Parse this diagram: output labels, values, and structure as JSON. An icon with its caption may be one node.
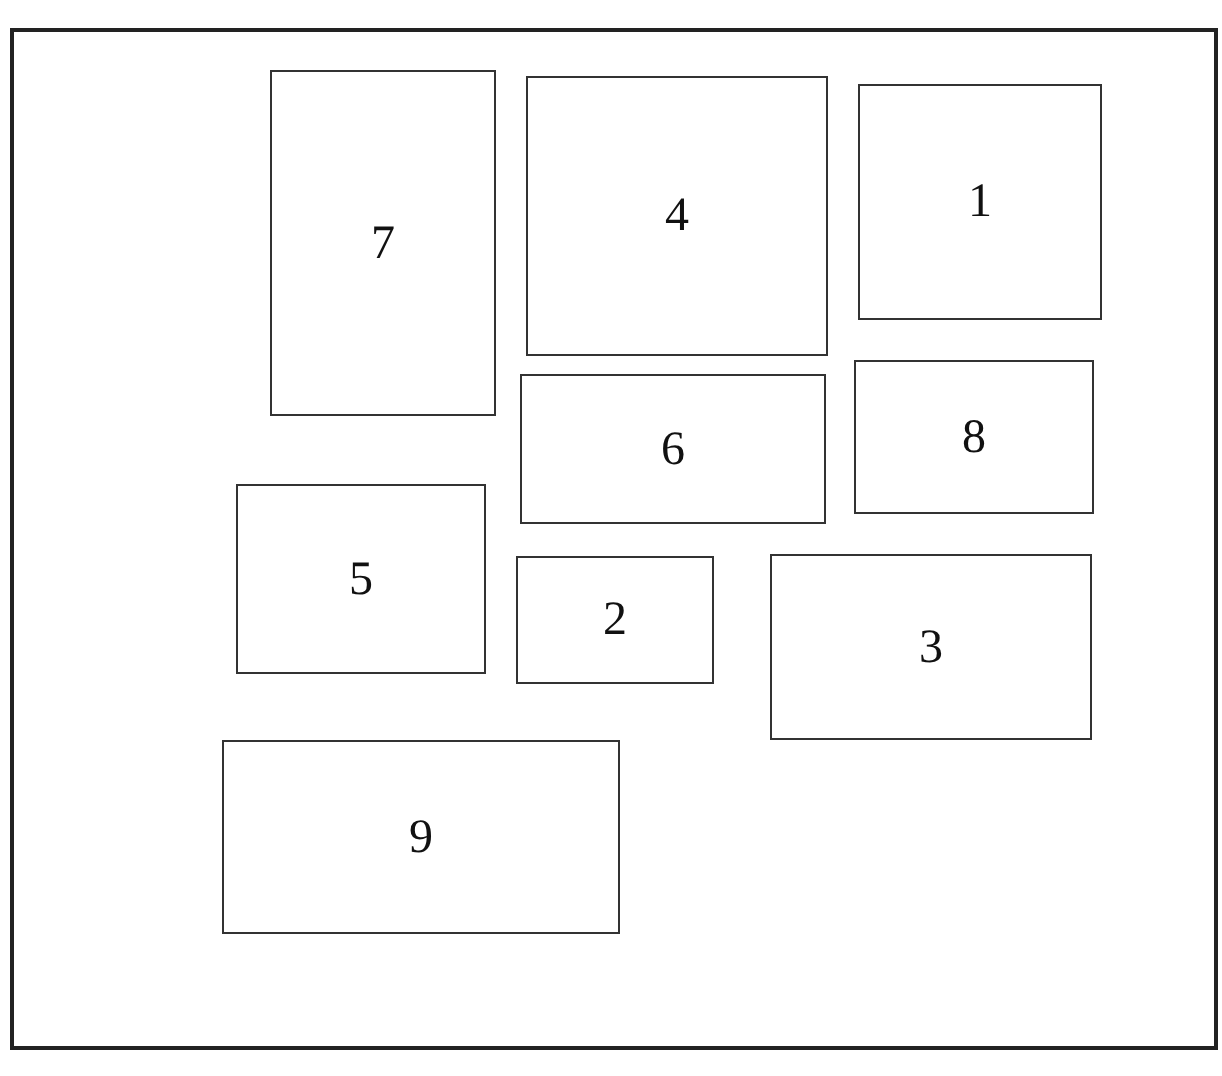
{
  "diagram": {
    "nodes": [
      {
        "text": [
          "7"
        ]
      },
      {
        "text": [
          "4"
        ]
      },
      {
        "text": [
          "1"
        ]
      },
      {
        "text": [
          "6"
        ]
      },
      {
        "text": [
          "8"
        ]
      },
      {
        "text": [
          "5"
        ]
      },
      {
        "text": [
          "2"
        ]
      },
      {
        "text": [
          "3"
        ]
      },
      {
        "text": [
          "9"
        ]
      }
    ]
  }
}
